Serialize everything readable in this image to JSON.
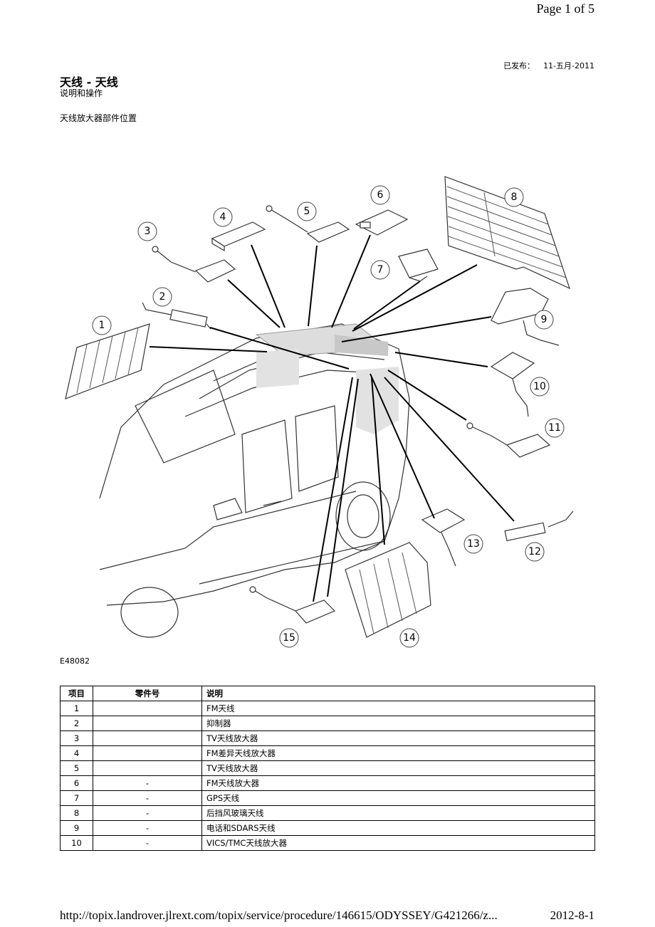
{
  "header": {
    "page_indicator": "Page 1 of 5",
    "published_label": "已发布：",
    "published_date": "11-五月-2011"
  },
  "document": {
    "title": "天线 - 天线",
    "subtitle": "说明和操作",
    "section_heading": "天线放大器部件位置"
  },
  "figure": {
    "id": "E48082",
    "callouts": [
      "1",
      "2",
      "3",
      "4",
      "5",
      "6",
      "7",
      "8",
      "9",
      "10",
      "11",
      "12",
      "13",
      "14",
      "15"
    ]
  },
  "table": {
    "headers": [
      "项目",
      "零件号",
      "说明"
    ],
    "rows": [
      [
        "1",
        "",
        "FM天线"
      ],
      [
        "2",
        "",
        "抑制器"
      ],
      [
        "3",
        "",
        "TV天线放大器"
      ],
      [
        "4",
        "",
        "FM差异天线放大器"
      ],
      [
        "5",
        "",
        "TV天线放大器"
      ],
      [
        "6",
        "-",
        "FM天线放大器"
      ],
      [
        "7",
        "-",
        "GPS天线"
      ],
      [
        "8",
        "-",
        "后挡风玻璃天线"
      ],
      [
        "9",
        "-",
        "电话和SDARS天线"
      ],
      [
        "10",
        "-",
        "VICS/TMC天线放大器"
      ]
    ]
  },
  "footer": {
    "url": "http://topix.landrover.jlrext.com/topix/service/procedure/146615/ODYSSEY/G421266/z...",
    "date": "2012-8-1"
  }
}
